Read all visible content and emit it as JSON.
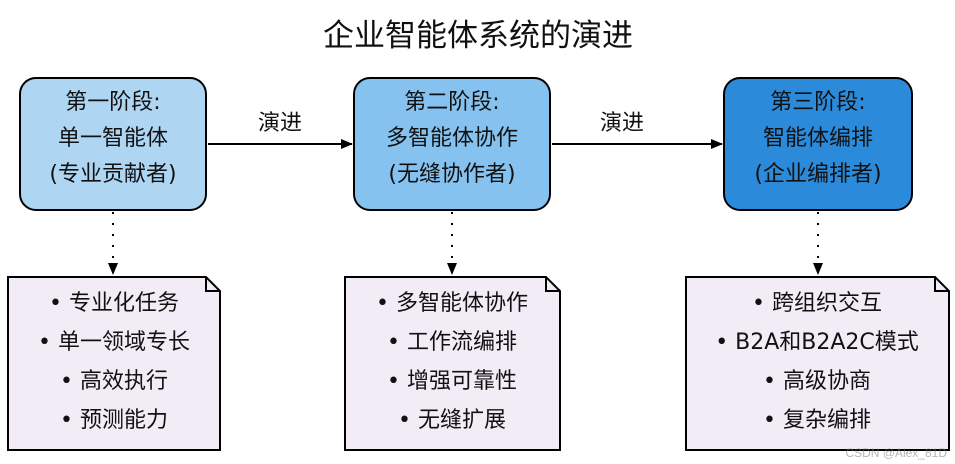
{
  "title": "企业智能体系统的演进",
  "colors": {
    "stage_light": "#aed6f3",
    "stage_mid": "#86c2ef",
    "stage_dark": "#2b8ad9",
    "note_fill": "#f1ecf6",
    "stroke": "#000000"
  },
  "stages": [
    {
      "lines": [
        "第一阶段:",
        "单一智能体",
        "(专业贡献者)"
      ]
    },
    {
      "lines": [
        "第二阶段:",
        "多智能体协作",
        "(无缝协作者)"
      ]
    },
    {
      "lines": [
        "第三阶段:",
        "智能体编排",
        "(企业编排者)"
      ]
    }
  ],
  "arrows": [
    {
      "label": "演进"
    },
    {
      "label": "演进"
    }
  ],
  "notes": [
    {
      "items": [
        "• 专业化任务",
        "• 单一领域专长",
        "• 高效执行",
        "• 预测能力"
      ]
    },
    {
      "items": [
        "• 多智能体协作",
        "• 工作流编排",
        "• 增强可靠性",
        "• 无缝扩展"
      ]
    },
    {
      "items": [
        "• 跨组织交互",
        "• B2A和B2A2C模式",
        "• 高级协商",
        "• 复杂编排"
      ]
    }
  ],
  "watermark": "CSDN @Alex_81D"
}
